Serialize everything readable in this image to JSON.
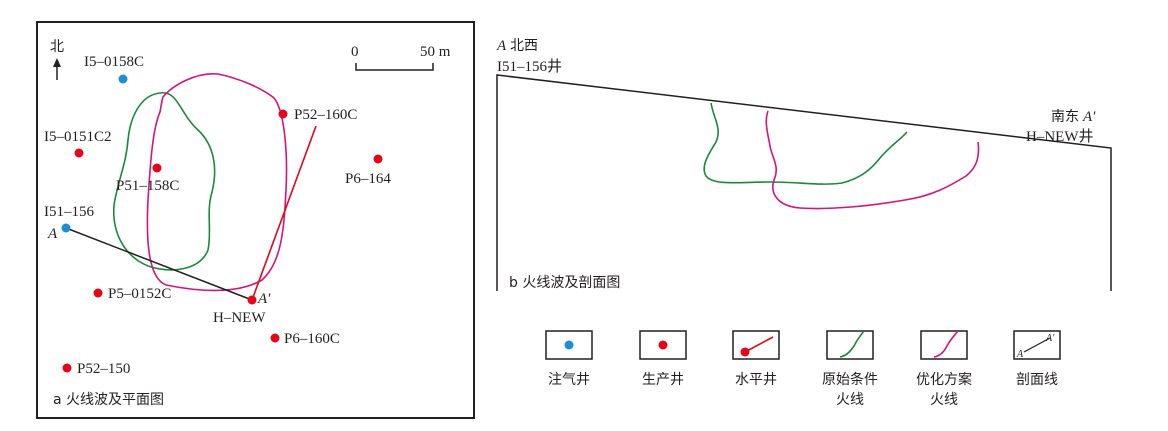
{
  "colors": {
    "injection": "#1b8fd6",
    "production": "#e3061b",
    "original_front": "#1a8a3a",
    "optimized_front": "#d4147e",
    "horizontal": "#e3061b",
    "line": "#231f20"
  },
  "panel_a": {
    "caption": "a 火线波及平面图",
    "north_label": "北",
    "scale_zero": "0",
    "scale_label": "50 m",
    "wells": [
      {
        "name": "I5–0158C",
        "kind": "injection"
      },
      {
        "name": "I5–0151C2",
        "kind": "production"
      },
      {
        "name": "P51–158C",
        "kind": "production"
      },
      {
        "name": "P52–160C",
        "kind": "production"
      },
      {
        "name": "P6–164",
        "kind": "production"
      },
      {
        "name": "I51–156",
        "kind": "injection"
      },
      {
        "name": "P5–0152C",
        "kind": "production"
      },
      {
        "name": "P6–160C",
        "kind": "production"
      },
      {
        "name": "P52–150",
        "kind": "production"
      },
      {
        "name": "H–NEW",
        "kind": "horizontal"
      }
    ],
    "point_a": "A",
    "point_a_prime": "A′"
  },
  "panel_b": {
    "caption": "b 火线波及剖面图",
    "left_point": "A",
    "left_dir": "北西",
    "left_well": "I51–156井",
    "right_dir": "南东",
    "right_point": "A′",
    "right_well": "H–NEW井"
  },
  "legend": [
    {
      "icon": "injection-well-icon",
      "label": "注气井"
    },
    {
      "icon": "production-well-icon",
      "label": "生产井"
    },
    {
      "icon": "horizontal-well-icon",
      "label": "水平井"
    },
    {
      "icon": "original-front-icon",
      "label": "原始条件",
      "label2": "火线"
    },
    {
      "icon": "optimized-front-icon",
      "label": "优化方案",
      "label2": "火线"
    },
    {
      "icon": "section-line-icon",
      "label": "剖面线",
      "a": "A",
      "a_prime": "A′"
    }
  ]
}
